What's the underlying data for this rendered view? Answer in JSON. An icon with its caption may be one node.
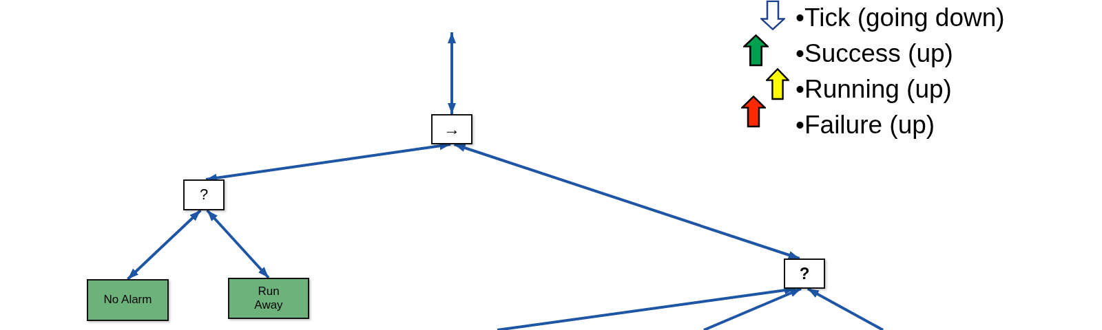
{
  "diagram": {
    "nodes": [
      {
        "text": [
          "→"
        ]
      },
      {
        "text": [
          "?"
        ]
      },
      {
        "text": [
          "?"
        ]
      },
      {
        "text": [
          "No Alarm"
        ]
      },
      {
        "text": [
          "Run Away"
        ]
      }
    ],
    "edges": [
      {
        "from": null,
        "to": 0,
        "arrow": "both"
      },
      {
        "from": 0,
        "to": 1,
        "arrow": "both"
      },
      {
        "from": 0,
        "to": 2,
        "arrow": "both"
      },
      {
        "from": 1,
        "to": 3,
        "arrow": "both"
      },
      {
        "from": 1,
        "to": 4,
        "arrow": "both"
      },
      {
        "from": null,
        "to": 2,
        "arrow": "to"
      },
      {
        "from": null,
        "to": 2,
        "arrow": "to"
      },
      {
        "from": null,
        "to": 2,
        "arrow": "to"
      }
    ],
    "legend": [
      {
        "text": "•Tick (going down)"
      },
      {
        "text": "•Success (up)",
        "color": "#009e4f"
      },
      {
        "text": "•Running (up)",
        "color": "#ffff00"
      },
      {
        "text": "•Failure (up)",
        "color": "#ff2a00"
      }
    ]
  }
}
